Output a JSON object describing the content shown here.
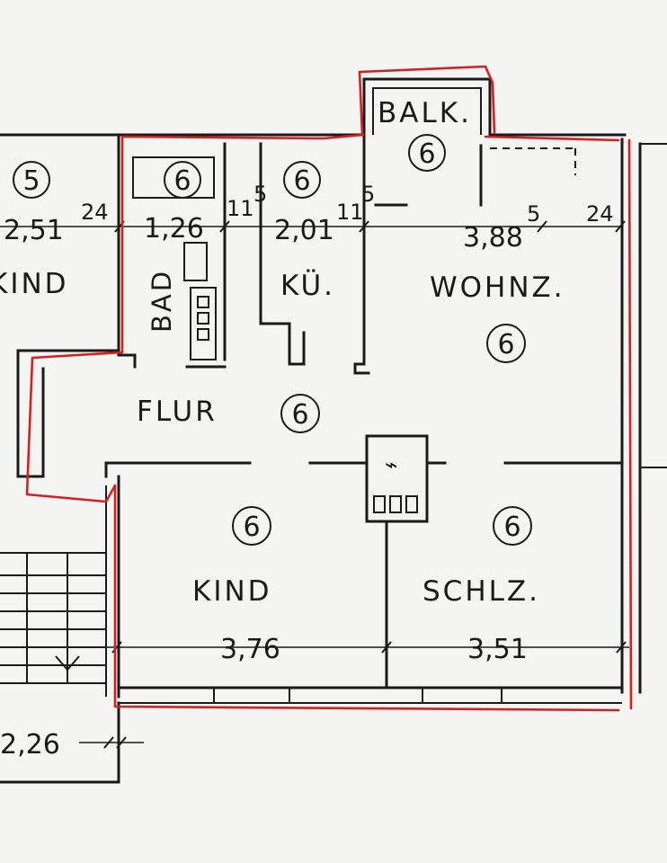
{
  "rooms": {
    "kind_left": {
      "label": "KIND",
      "mark": "5",
      "dim": "2,51"
    },
    "bad": {
      "label": "BAD",
      "mark": "6",
      "dim": "1,26"
    },
    "kueche": {
      "label": "KÜ.",
      "mark": "6",
      "dim": "2,01"
    },
    "balkon": {
      "label": "BALK.",
      "mark": "6"
    },
    "wohnzimmer": {
      "label": "WOHNZ.",
      "mark": "6",
      "dim": "3,88"
    },
    "flur": {
      "label": "FLUR",
      "mark": "6"
    },
    "kind": {
      "label": "KIND",
      "mark": "6",
      "dim": "3,76"
    },
    "schlafzimmer": {
      "label": "SCHLZ.",
      "mark": "6",
      "dim": "3,51"
    }
  },
  "wall_dims": {
    "left_24": "24",
    "bad_11_5": "11",
    "bad_11_5_sup": "5",
    "kue_11_5": "11",
    "kue_11_5_sup": "5",
    "wohn_5": "5",
    "right_24": "24"
  },
  "stair_dim": "2,26",
  "chimney_symbol": "⌁",
  "colors": {
    "outline": "#d42020",
    "ink": "#1a1a1a",
    "paper": "#f4f4f2"
  }
}
